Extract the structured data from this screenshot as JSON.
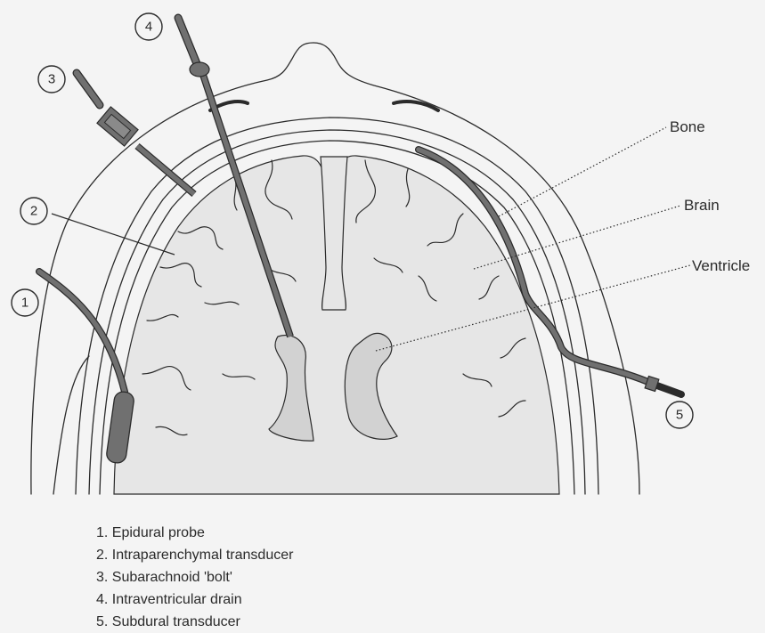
{
  "colors": {
    "background": "#f4f4f4",
    "brain": "#e6e6e6",
    "ventricle": "#d2d2d2",
    "device": "#707070",
    "line": "#2b2b2b"
  },
  "callouts": {
    "bone": "Bone",
    "brain": "Brain",
    "ventricle": "Ventricle"
  },
  "markers": [
    "1",
    "2",
    "3",
    "4",
    "5"
  ],
  "key": [
    "1. Epidural probe",
    "2. Intraparenchymal transducer",
    "3. Subarachnoid 'bolt'",
    "4. Intraventricular drain",
    "5. Subdural transducer"
  ]
}
